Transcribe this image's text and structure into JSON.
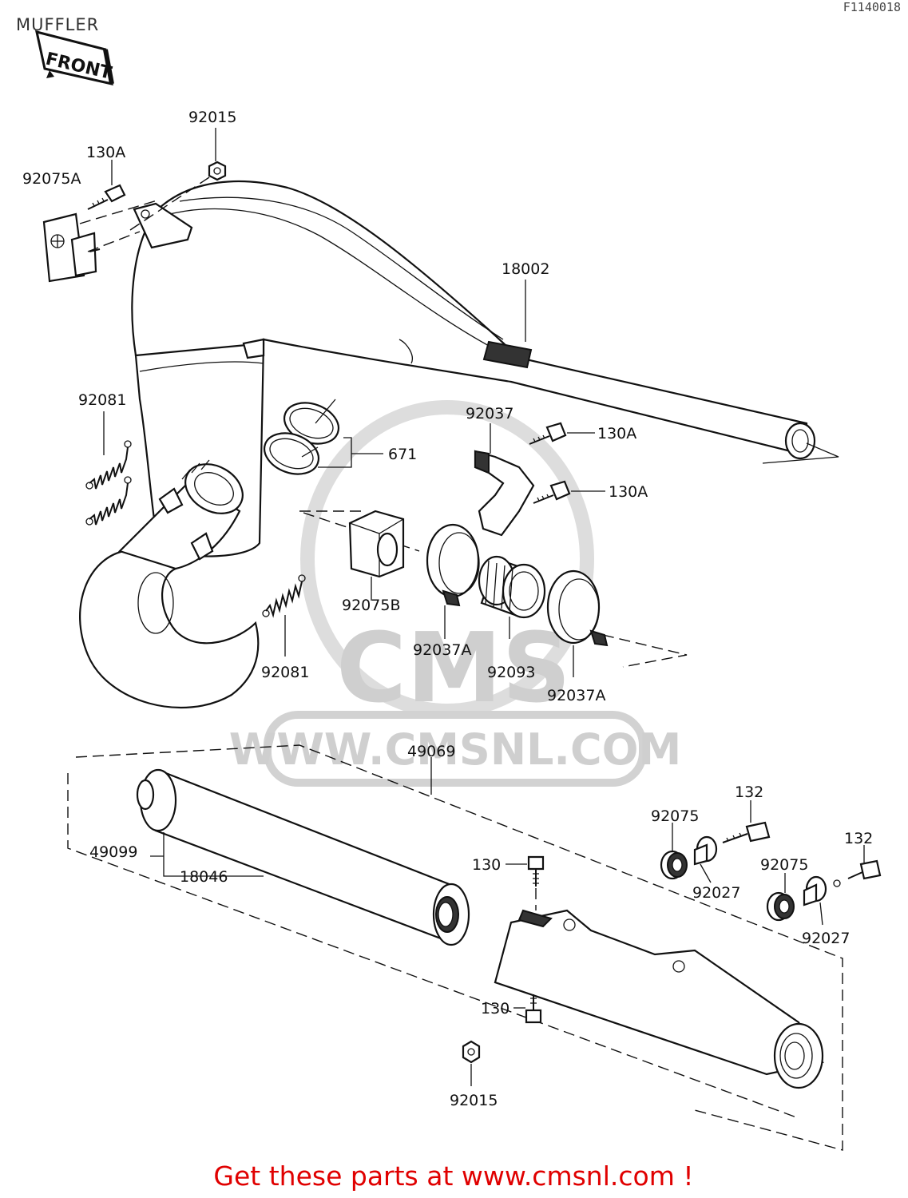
{
  "diagram": {
    "title": "MUFFLER",
    "ref_code": "F1140018",
    "front_label": "FRONT",
    "watermark": {
      "brand": "CMS",
      "url": "WWW.CMSNL.COM"
    },
    "callouts": {
      "p92015_top": "92015",
      "p130A_top": "130A",
      "p92075A": "92075A",
      "p18002": "18002",
      "p92081_left": "92081",
      "p671": "671",
      "p92037": "92037",
      "p130A_r1": "130A",
      "p130A_r2": "130A",
      "p92075B": "92075B",
      "p92037A_l": "92037A",
      "p92093": "92093",
      "p92037A_r": "92037A",
      "p92081_mid": "92081",
      "p49069": "49069",
      "p49099": "49099",
      "p18046": "18046",
      "p130_a": "130",
      "p130_b": "130",
      "p92015_bot": "92015",
      "p92075_a": "92075",
      "p132_a": "132",
      "p92027_a": "92027",
      "p92075_b": "92075",
      "p132_b": "132",
      "p92027_b": "92027"
    },
    "footer_text": "Get these parts at www.cmsnl.com !"
  }
}
